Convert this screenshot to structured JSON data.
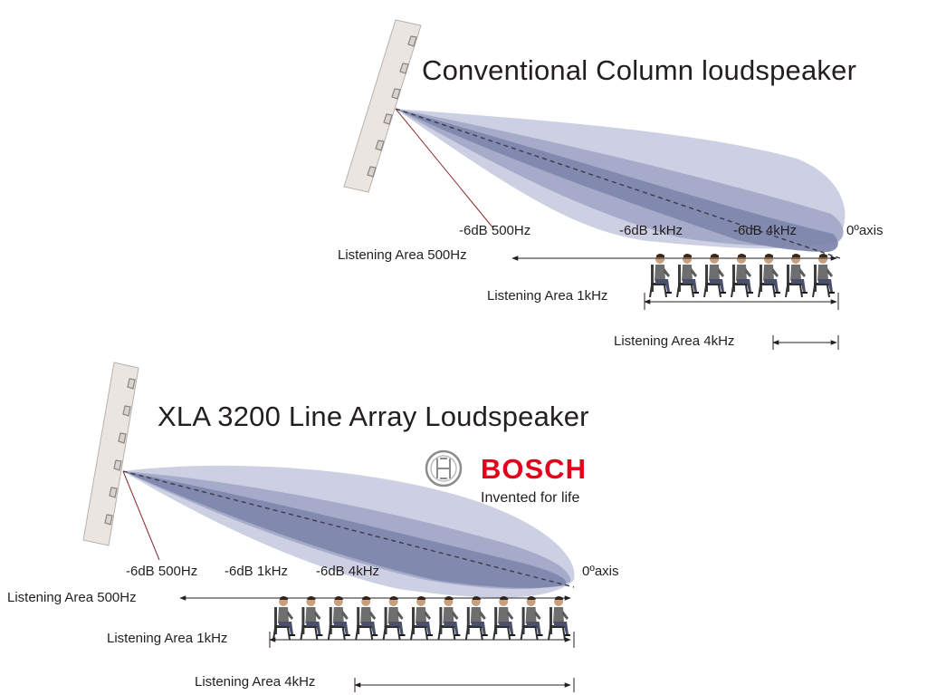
{
  "top": {
    "title": "Conventional Column loudspeaker",
    "labels": {
      "db500": "-6dB 500Hz",
      "db1k": "-6dB 1kHz",
      "db4k": "-6dB 4kHz",
      "axis": "0ºaxis",
      "area500": "Listening Area 500Hz",
      "area1k": "Listening Area 1kHz",
      "area4k": "Listening Area 4kHz"
    },
    "audience_count": 7
  },
  "bottom": {
    "title": "XLA 3200 Line Array Loudspeaker",
    "labels": {
      "db500": "-6dB 500Hz",
      "db1k": "-6dB 1kHz",
      "db4k": "-6dB 4kHz",
      "axis": "0ºaxis",
      "area500": "Listening Area 500Hz",
      "area1k": "Listening Area 1kHz",
      "area4k": "Listening Area 4kHz"
    },
    "audience_count": 11
  },
  "brand": {
    "name": "BOSCH",
    "tagline": "Invented for life",
    "color": "#e2001a"
  },
  "colors": {
    "lobe_500": "#c9cde0",
    "lobe_1k": "#a3a9c8",
    "lobe_4k": "#7f87ad",
    "speaker_fill": "#eae5e1",
    "text": "#231f20"
  }
}
